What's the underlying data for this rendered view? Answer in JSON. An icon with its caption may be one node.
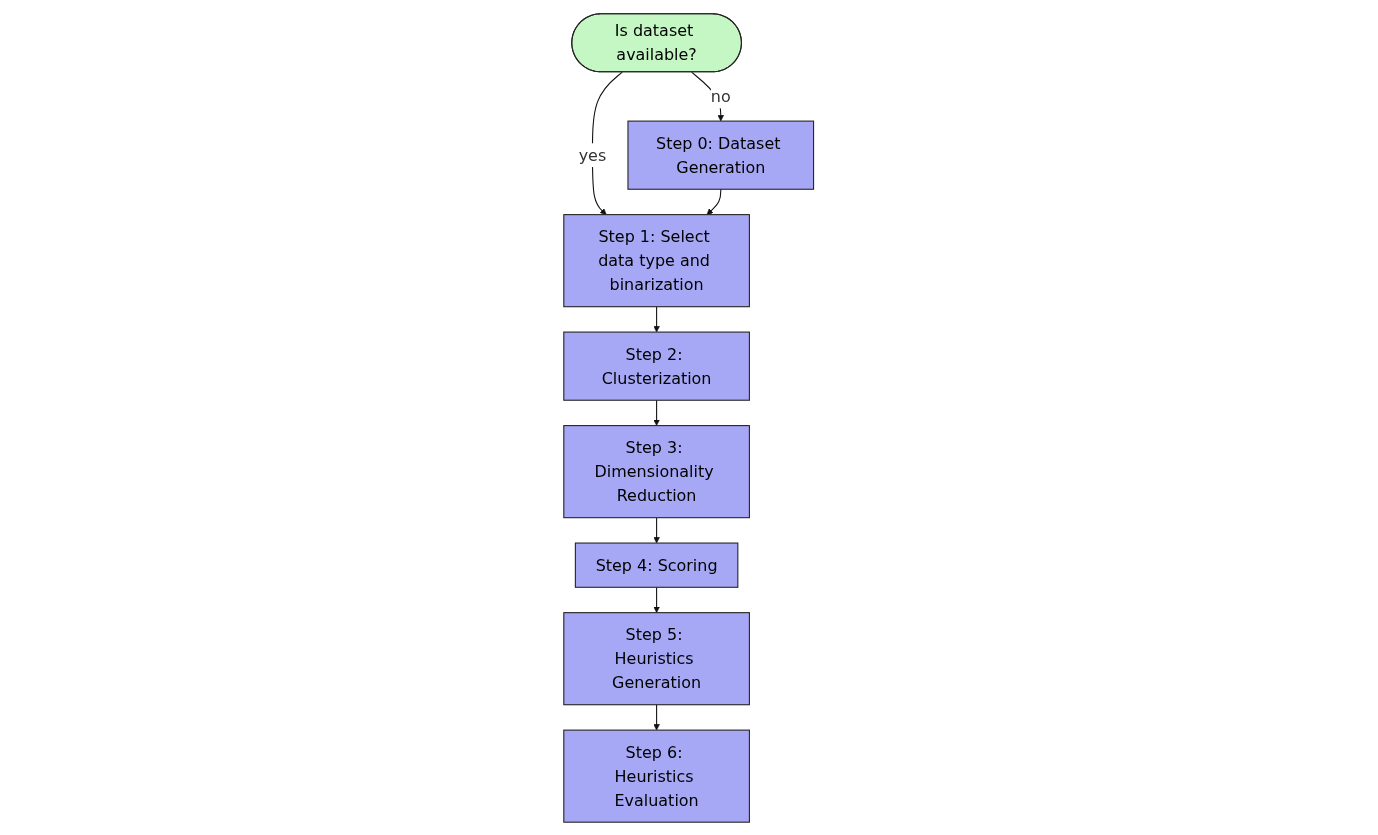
{
  "diagram": {
    "nodes": [
      {
        "text": [
          "Is dataset available?"
        ]
      },
      {
        "text": [
          "Step 0: Dataset Generation"
        ]
      },
      {
        "text": [
          "Step 1: Select data type and binarization"
        ]
      },
      {
        "text": [
          "Step 2: Clusterization"
        ]
      },
      {
        "text": [
          "Step 3: Dimensionality Reduction"
        ]
      },
      {
        "text": [
          "Step 4: Scoring"
        ]
      },
      {
        "text": [
          "Step 5: Heuristics Generation"
        ]
      },
      {
        "text": [
          "Step 6: Heuristics Evaluation"
        ]
      }
    ],
    "edges": [
      {
        "from": 0,
        "to": 1,
        "arrow": "to",
        "label": "no"
      },
      {
        "from": 0,
        "to": 2,
        "arrow": "to",
        "label": "yes"
      },
      {
        "from": 1,
        "to": 2,
        "arrow": "to"
      },
      {
        "from": 2,
        "to": 3,
        "arrow": "to"
      },
      {
        "from": 3,
        "to": 4,
        "arrow": "to"
      },
      {
        "from": 4,
        "to": 5,
        "arrow": "to"
      },
      {
        "from": 5,
        "to": 6,
        "arrow": "to"
      },
      {
        "from": 6,
        "to": 7,
        "arrow": "to"
      }
    ]
  }
}
